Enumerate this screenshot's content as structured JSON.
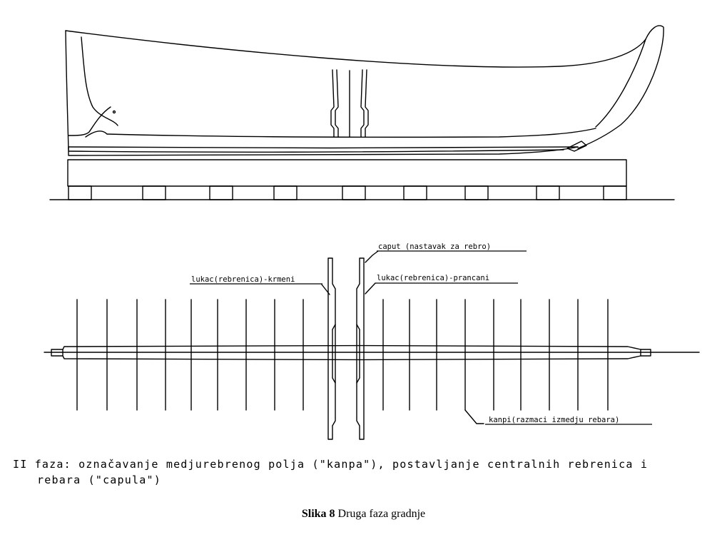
{
  "labels": {
    "caput": "caput (nastavak za rebro)",
    "lukac_krmeni": "lukac(rebrenica)-krmeni",
    "lukac_prancani": "lukac(rebrenica)-prancani",
    "kanpi": "kanpi(razmaci izmedju rebara)"
  },
  "description": {
    "line1": "II faza: označavanje medjurebrenog polja (\"kanpa\"), postavljanje centralnih rebrenica i",
    "line2": "rebara (\"capula\")"
  },
  "caption": {
    "label": "Slika 8",
    "text": " Druga faza gradnje"
  }
}
